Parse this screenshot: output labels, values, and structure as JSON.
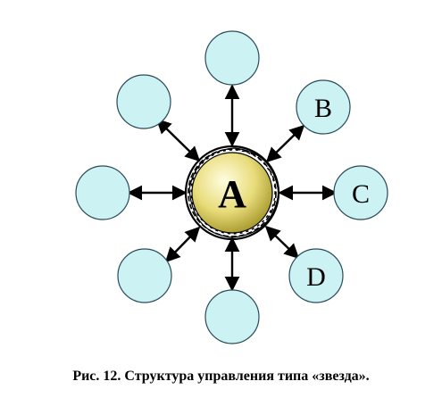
{
  "caption": "Рис. 12. Структура управления типа «звезда».",
  "center": {
    "label": "A"
  },
  "nodes": [
    {
      "id": "top",
      "label": ""
    },
    {
      "id": "top-right",
      "label": "B"
    },
    {
      "id": "right",
      "label": "C"
    },
    {
      "id": "bottom-right",
      "label": "D"
    },
    {
      "id": "bottom",
      "label": ""
    },
    {
      "id": "bottom-left",
      "label": ""
    },
    {
      "id": "left",
      "label": ""
    },
    {
      "id": "top-left",
      "label": ""
    }
  ],
  "colors": {
    "outer_fill": "#ccf2f4",
    "outer_stroke": "#2a4a58",
    "center_fill_light": "#fffbd0",
    "center_fill_dark": "#b0a020",
    "arrow": "#000000"
  }
}
